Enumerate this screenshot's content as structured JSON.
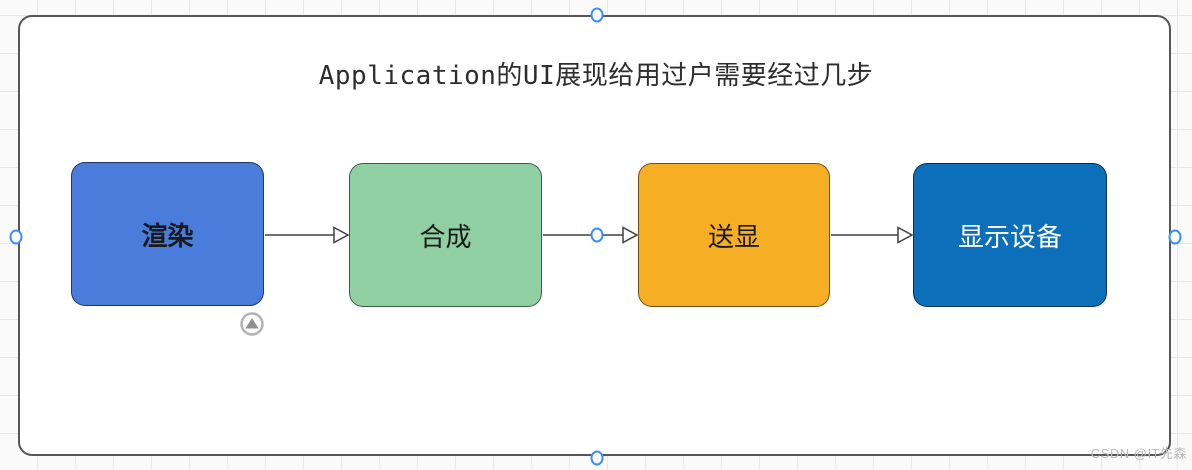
{
  "title": "Application的UI展现给用过户需要经过几步",
  "watermark": "CSDN @IT先森",
  "diagram": {
    "type": "flowchart",
    "direction": "left-to-right",
    "nodes": [
      {
        "id": "render",
        "label": "渲染",
        "fill": "#4A7CDB",
        "text_color": "#1a1a1a",
        "bold": true
      },
      {
        "id": "compose",
        "label": "合成",
        "fill": "#8FCFA2",
        "text_color": "#1a1a1a",
        "bold": false
      },
      {
        "id": "send-display",
        "label": "送显",
        "fill": "#F6AF25",
        "text_color": "#1a1a1a",
        "bold": false
      },
      {
        "id": "display-device",
        "label": "显示设备",
        "fill": "#0C6FBA",
        "text_color": "#ffffff",
        "bold": false
      }
    ],
    "connectors": [
      {
        "from": "render",
        "to": "compose",
        "arrowhead": "open-triangle"
      },
      {
        "from": "compose",
        "to": "send-display",
        "arrowhead": "open-triangle",
        "waypoint_handle": true
      },
      {
        "from": "send-display",
        "to": "display-device",
        "arrowhead": "open-triangle"
      }
    ]
  },
  "editor_chrome": {
    "frame_selected": true,
    "selection_handle_color": "#3b8dff",
    "handle_positions": [
      "top-center",
      "bottom-center",
      "left-middle",
      "right-middle"
    ],
    "icons": {
      "collapse": "triangle-up-in-circle"
    }
  },
  "colors": {
    "canvas_background": "#fafafa",
    "grid_line": "#e8e8e8",
    "frame_fill": "#ffffff",
    "frame_border": "#565656",
    "connector_line": "#404040",
    "watermark_text": "#b9b9b9"
  }
}
